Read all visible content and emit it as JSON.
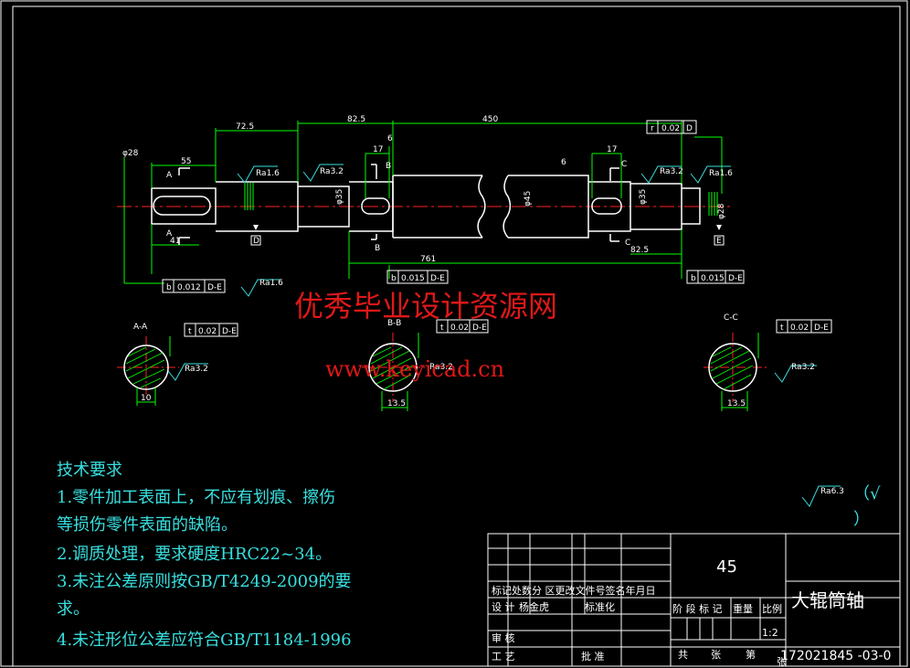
{
  "colors": {
    "background": "#000000",
    "frame": "#ffffff",
    "geometry": "#ffffff",
    "dimension": "#00ff00",
    "centerline": "#ff2020",
    "text_cyan": "#38e0e0",
    "watermark": "#e01818",
    "hatch": "#00ff00"
  },
  "watermark": {
    "line1": "优秀毕业设计资源网",
    "line2": "www.keyicad.cn"
  },
  "dimensions": {
    "d_72_5": "72.5",
    "d_82_5_top": "82.5",
    "d_450": "450",
    "d_55": "55",
    "d_17_left": "17",
    "d_6_left": "6",
    "d_6_right": "6",
    "d_17_right": "17",
    "d_41": "41",
    "d_761": "761",
    "d_82_5_bottom": "82.5",
    "dia_28": "φ28",
    "dia_35": "φ35",
    "dia_45": "φ45",
    "dia_35_right": "φ35",
    "dia_28_right": "φ28",
    "sec_10": "10",
    "sec_13_5_b": "13.5",
    "sec_13_5_c": "13.5"
  },
  "section_labels": {
    "a_top": "A",
    "a_bottom": "A",
    "b_top": "B",
    "b_bottom": "B",
    "c_top": "C",
    "c_bottom": "C",
    "datum_d": "D",
    "datum_e": "E",
    "aa": "A-A",
    "bb": "B-B",
    "cc": "C-C"
  },
  "roughness": {
    "r1": "Ra1.6",
    "r2": "Ra3.2",
    "r3": "Ra3.2",
    "r4": "Ra1.6",
    "r5": "Ra1.6",
    "r6": "Ra3.2",
    "r7": "Ra3.2",
    "r8": "Ra3.2",
    "general": "Ra6.3"
  },
  "tolerances": {
    "top_right": [
      "r",
      "0.02",
      "D"
    ],
    "bottom_left": [
      "b",
      "0.012",
      "D-E"
    ],
    "bottom_mid": [
      "b",
      "0.015",
      "D-E"
    ],
    "bottom_right": [
      "b",
      "0.015",
      "D-E"
    ],
    "sec_a": [
      "t",
      "0.02",
      "D-E"
    ],
    "sec_b": [
      "t",
      "0.02",
      "D-E"
    ],
    "sec_c": [
      "t",
      "0.02",
      "D-E"
    ]
  },
  "general_roughness_suffix": "（√",
  "general_roughness_close": "）",
  "requirements": {
    "title": "技术要求",
    "line1": "1.零件加工表面上，不应有划痕、擦伤",
    "line2": "等损伤零件表面的缺陷。",
    "line3": "2.调质处理，要求硬度HRC22~34。",
    "line4": "3.未注公差原则按GB/T4249-2009的要",
    "line5": "求。",
    "line6": "4.未注形位公差应符合GB/T1184-1996"
  },
  "title_block": {
    "material": "45",
    "part_name": "大辊筒轴",
    "drawing_no": "172021845 -03-0",
    "row_labels": "标记处数分 区更改文件号签名年月日",
    "design": "设 计",
    "designer": "杨金虎",
    "standardize": "标准化",
    "stage": "阶 段 标 记",
    "weight": "重量",
    "scale": "比例",
    "scale_value": "1:2",
    "review": "审 核",
    "process": "工 艺",
    "approve": "批 准",
    "total": "共",
    "sheets": "张",
    "sheet_no": "第",
    "sheet_unit": "张"
  }
}
